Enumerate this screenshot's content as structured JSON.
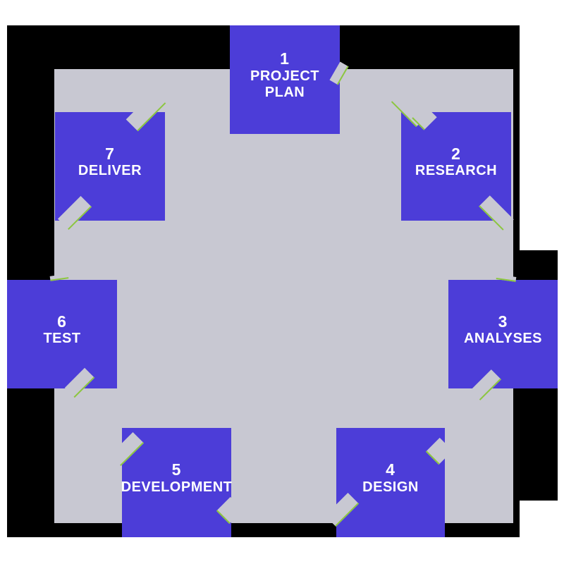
{
  "diagram": {
    "type": "process-cycle",
    "step_count": 7,
    "steps": [
      {
        "number": "1",
        "label": "PROJECT PLAN"
      },
      {
        "number": "2",
        "label": "RESEARCH"
      },
      {
        "number": "3",
        "label": "ANALYSES"
      },
      {
        "number": "4",
        "label": "DESIGN"
      },
      {
        "number": "5",
        "label": "DEVELOPMENT"
      },
      {
        "number": "6",
        "label": "TEST"
      },
      {
        "number": "7",
        "label": "DELIVER"
      }
    ],
    "colors": {
      "background": "#ffffff",
      "shadow": "#000000",
      "surface": "#c8c8d2",
      "box": "#4c3dd8",
      "arrow_outline": "#8cc63f",
      "text": "#ffffff"
    }
  }
}
